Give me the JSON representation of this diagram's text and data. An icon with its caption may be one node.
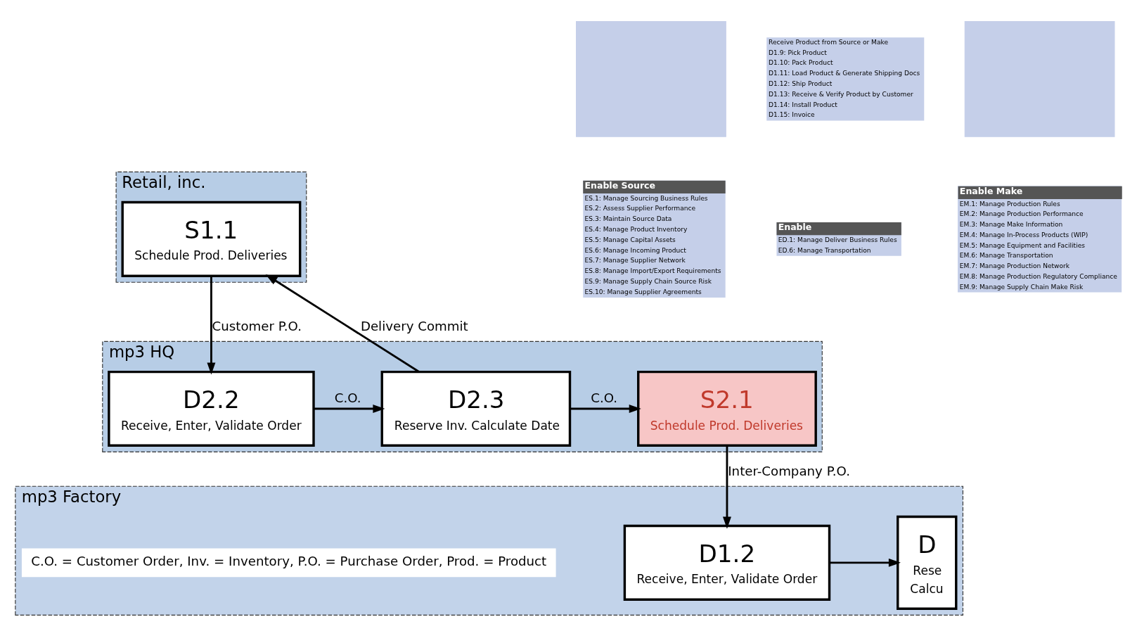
{
  "diagram": {
    "nodes": [
      {
        "text": [
          "Retail, inc."
        ]
      },
      {
        "text": [
          "S1.1",
          "Schedule Prod. Deliveries"
        ],
        "in": 0
      },
      {
        "text": [
          "mp3 HQ"
        ]
      },
      {
        "text": [
          "D2.2",
          "Receive, Enter, Validate Order"
        ],
        "in": 2
      },
      {
        "text": [
          "D2.3",
          "Reserve Inv. Calculate Date"
        ],
        "in": 2
      },
      {
        "text": [
          "S2.1",
          "Schedule Prod. Deliveries"
        ],
        "in": 2
      },
      {
        "text": [
          "mp3 Factory"
        ]
      },
      {
        "text": [
          "D1.2",
          "Receive, Enter, Validate Order"
        ],
        "in": 6
      },
      {
        "text": [
          "D",
          "Rese",
          "Calcu"
        ],
        "in": 6
      },
      {
        "text": [],
        "shape": "box"
      },
      {
        "text": [],
        "shape": "box"
      },
      {
        "text": [
          "Receive Product from Source or Make",
          "D1.9: Pick Product",
          "D1.10: Pack Product",
          "D1.11: Load Product & Generate Shipping Docs",
          "D1.12: Ship Product",
          "D1.13: Receive & Verify Product by Customer",
          "D1.14: Install Product",
          "D1.15: Invoice"
        ]
      },
      {
        "text": [
          "Enable Source",
          "ES.1: Manage Sourcing Business Rules",
          "ES.2: Assess Supplier Performance",
          "ES.3: Maintain Source Data",
          "ES.4: Manage Product Inventory",
          "ES.5: Manage Capital Assets",
          "ES.6: Manage Incoming Product",
          "ES.7: Manage Supplier Network",
          "ES.8: Manage Import/Export Requirements",
          "ES.9: Manage Supply Chain Source Risk",
          "ES.10: Manage Supplier Agreements"
        ]
      },
      {
        "text": [
          "Enable Make",
          "EM.1: Manage Production Rules",
          "EM.2: Manage Production Performance",
          "EM.3: Manage Make Information",
          "EM.4: Manage In-Process Products (WIP)",
          "EM.5: Manage Equipment and Facilities",
          "EM.6: Manage Transportation",
          "EM.7: Manage Production Network",
          "EM.8: Manage Production Regulatory Compliance",
          "EM.9: Manage Supply Chain Make Risk"
        ]
      },
      {
        "text": [
          "Enable",
          "ED.1: Manage Deliver Business Rules",
          "ED.6: Manage Transportation"
        ]
      }
    ],
    "edges": [
      {
        "from": 1,
        "to": 3,
        "arrow": "to",
        "label": "Customer P.O."
      },
      {
        "from": 4,
        "to": 1,
        "arrow": "to",
        "label": "Delivery Commit"
      },
      {
        "from": 3,
        "to": 4,
        "arrow": "to",
        "label": "C.O."
      },
      {
        "from": 4,
        "to": 5,
        "arrow": "to",
        "label": "C.O."
      },
      {
        "from": 5,
        "to": 7,
        "arrow": "to",
        "label": "Inter-Company P.O."
      },
      {
        "from": 7,
        "to": 8,
        "arrow": "to"
      }
    ],
    "labels": [
      "C.O. = Customer Order, Inv. = Inventory, P.O. = Purchase Order, Prod. = Product"
    ]
  }
}
